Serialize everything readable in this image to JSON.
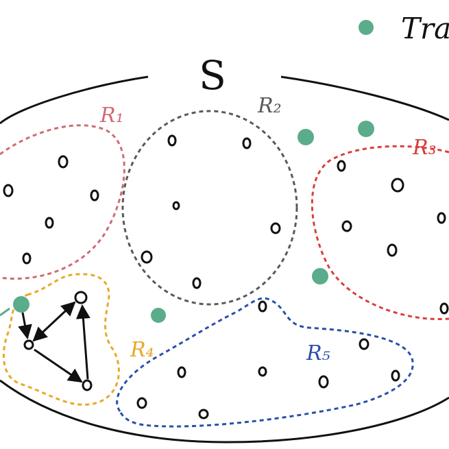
{
  "legend": {
    "label": "Tran"
  },
  "set": {
    "label": "S"
  },
  "regions": [
    {
      "id": "r1",
      "label": "R₁",
      "color": "#cf6b74"
    },
    {
      "id": "r2",
      "label": "R₂",
      "color": "#595959"
    },
    {
      "id": "r3",
      "label": "R₃",
      "color": "#d8403c"
    },
    {
      "id": "r4",
      "label": "R₄",
      "color": "#e8a828"
    },
    {
      "id": "r5",
      "label": "R₅",
      "color": "#2b4fa8"
    }
  ],
  "colors": {
    "transition": "#5aac8a",
    "outline": "#111111"
  }
}
